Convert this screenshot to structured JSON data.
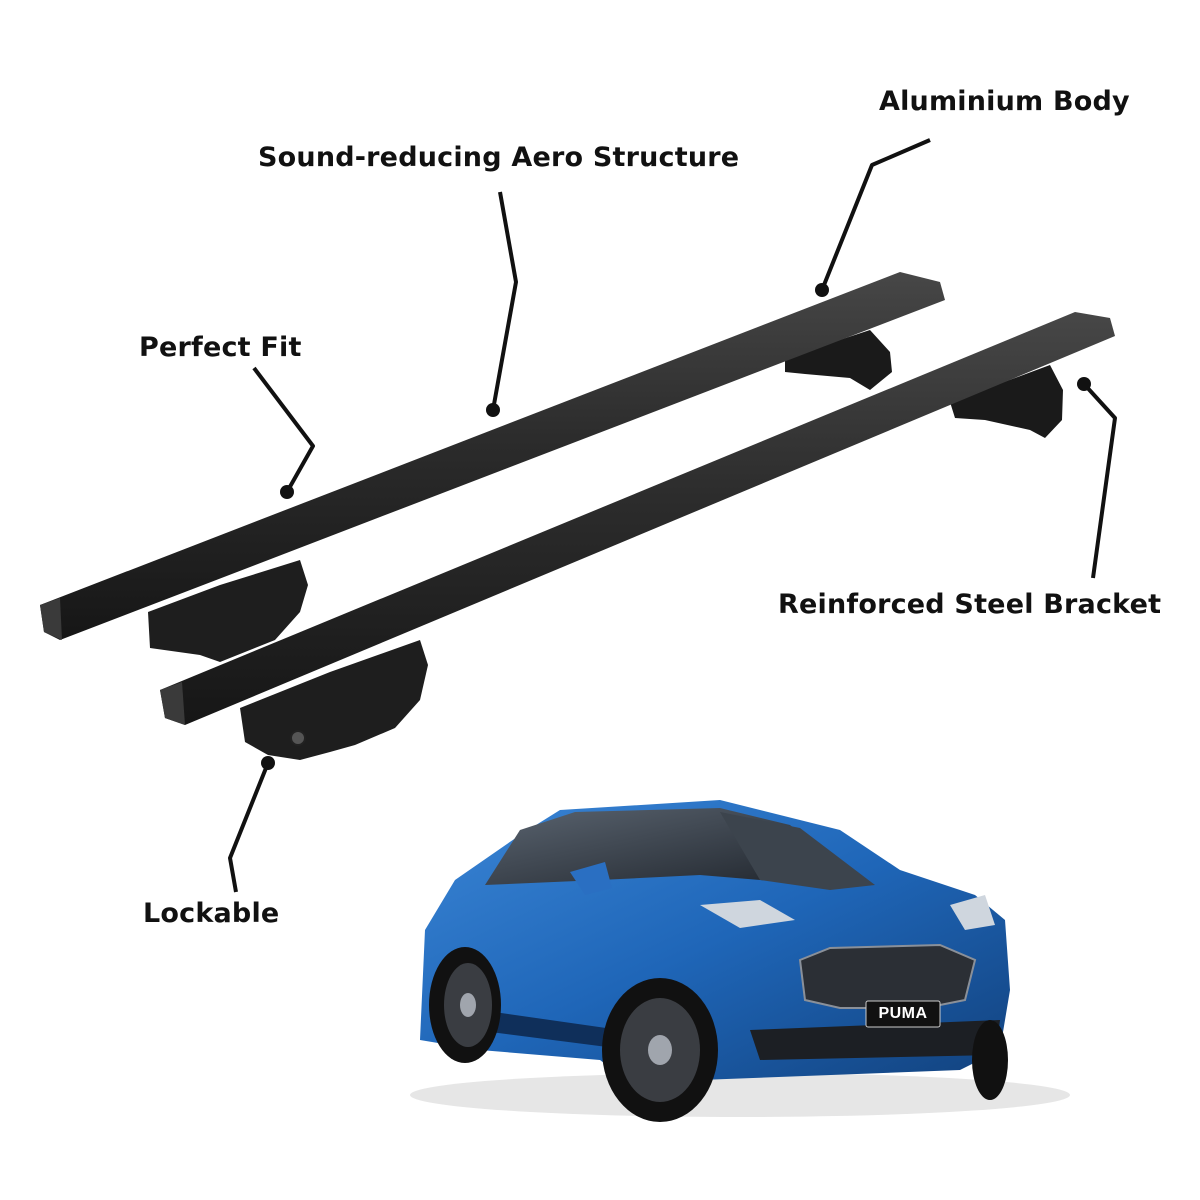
{
  "labels": {
    "aluminium_body": "Aluminium Body",
    "aero_structure": "Sound-reducing Aero Structure",
    "perfect_fit": "Perfect Fit",
    "steel_bracket": "Reinforced Steel Bracket",
    "lockable": "Lockable"
  },
  "car": {
    "plate": "PUMA",
    "body_color": "#1f66b8"
  },
  "colors": {
    "bar": "#2b2b2b",
    "callout_line": "#111111",
    "background": "#ffffff"
  }
}
